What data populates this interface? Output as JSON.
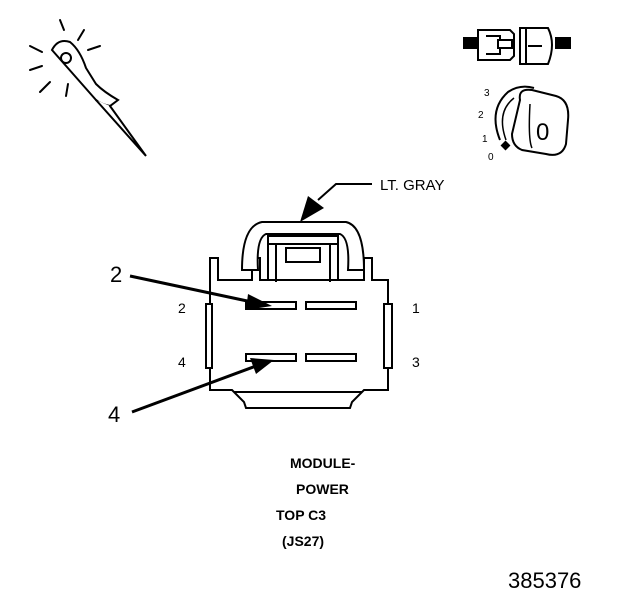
{
  "connector": {
    "color_label": "LT. GRAY",
    "pin_labels": [
      "1",
      "2",
      "3",
      "4"
    ],
    "callouts": [
      "2",
      "4"
    ],
    "title_lines": [
      "MODULE-",
      "POWER",
      "TOP C3",
      "(JS27)"
    ]
  },
  "icons": {
    "probe": "back-probe-icon",
    "connector_pair": "connector-pair-icon",
    "ignition_switch": "ignition-key-icon",
    "ignition_positions": [
      "3",
      "2",
      "1",
      "0"
    ],
    "ignition_key_label": "0"
  },
  "figure_number": "385376"
}
